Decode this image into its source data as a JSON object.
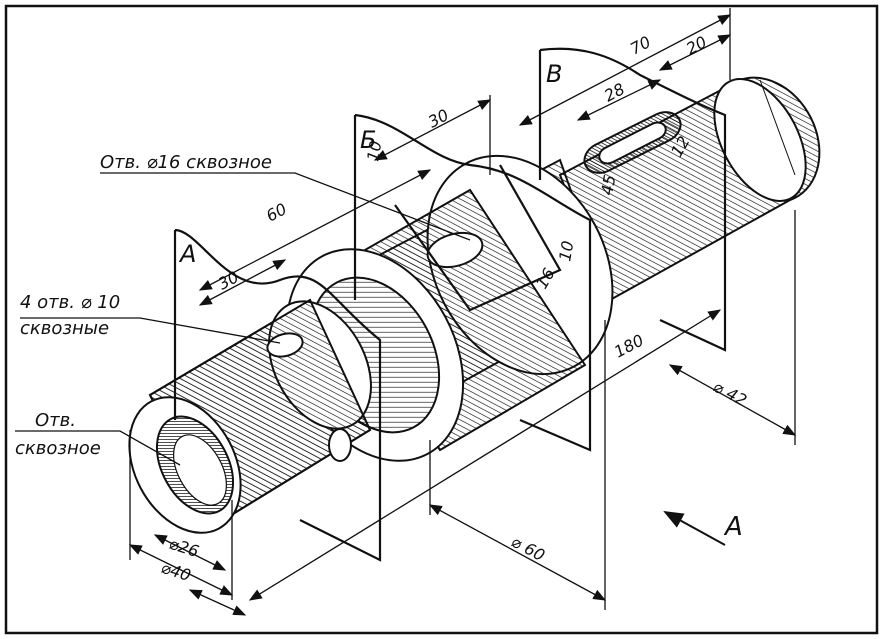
{
  "callouts": {
    "hole16": "Отв. ⌀16 сквозное",
    "holes10_line1": "4 отв. ⌀ 10",
    "holes10_line2": "сквозные",
    "hole_line1": "Отв.",
    "hole_line2": "сквозное"
  },
  "sections": {
    "a": "А",
    "b": "Б",
    "v": "В"
  },
  "view_arrow": {
    "label": "А"
  },
  "dimensions": {
    "d70": "70",
    "d20": "20",
    "d28": "28",
    "d12": "12",
    "d45": "45",
    "d30_top": "30",
    "d10_top": "10",
    "d60": "60",
    "d30_left": "30",
    "d10_mid": "10",
    "d16": "16",
    "d180": "180",
    "dia42": "⌀ 42",
    "dia60": "⌀ 60",
    "dia26": "⌀26",
    "dia40": "⌀40"
  }
}
